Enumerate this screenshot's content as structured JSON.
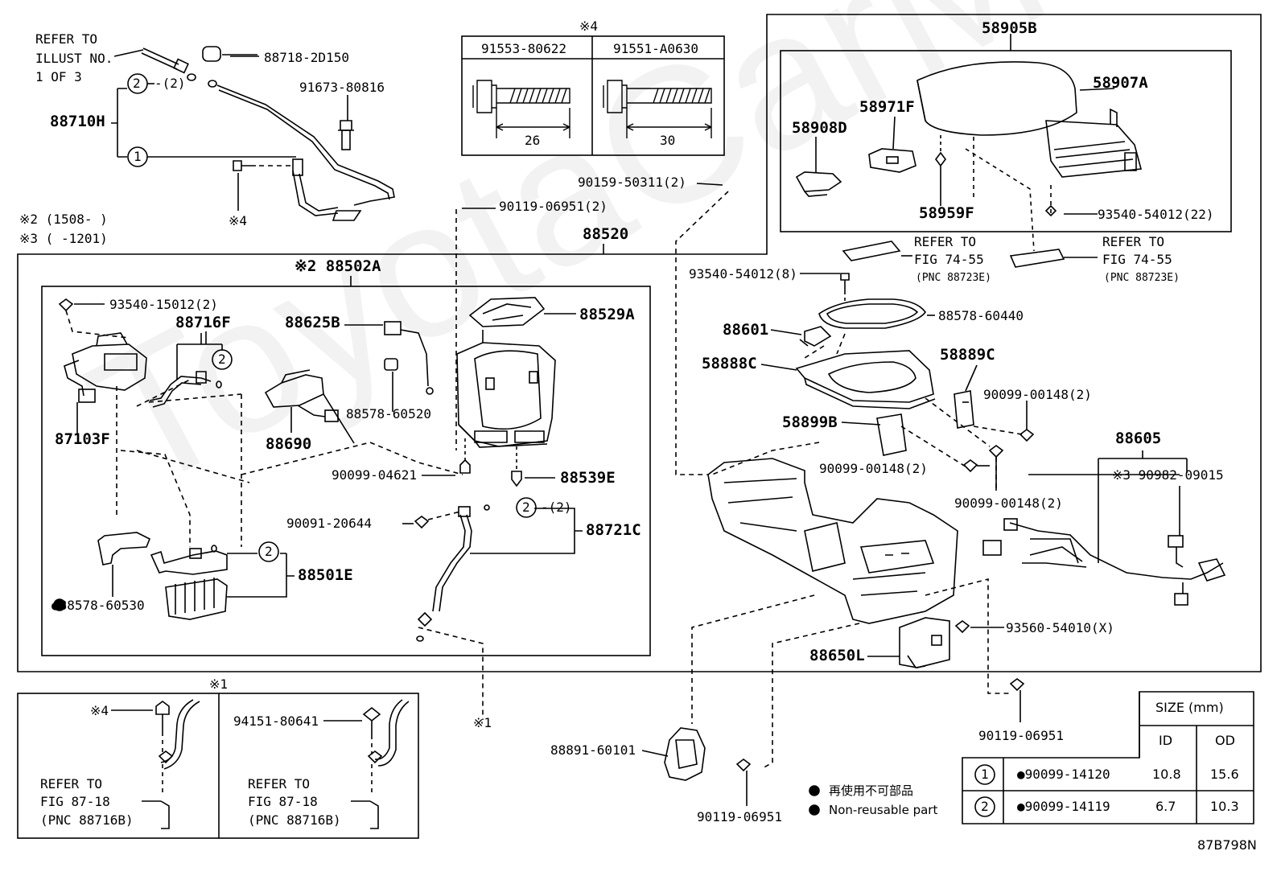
{
  "watermark": "ToyotaCarMl.ru",
  "header_notes": {
    "refer_illust": [
      "REFER TO",
      "ILLUST NO.",
      "1 OF 3"
    ],
    "note2": "※2 (1508-     )",
    "note3": "※3 (     -1201)"
  },
  "bolts_table": {
    "mark": "※4",
    "col1": {
      "part": "91553-80622",
      "dim": "26"
    },
    "col2": {
      "part": "91551-A0630",
      "dim": "30"
    }
  },
  "part_labels": {
    "p88718_2D150": "88718-2D150",
    "p91673_80816": "91673-80816",
    "p88710H": "88710H",
    "c2_qty_top": "-(2)",
    "mark4_left": "※4",
    "p90159_50311": "90159-50311(2)",
    "p90119_06951_2": "90119-06951(2)",
    "p88520": "88520",
    "p88502A": "※2 88502A",
    "p93540_15012": "93540-15012(2)",
    "p88716F": "88716F",
    "p88625B": "88625B",
    "p88529A": "88529A",
    "p88578_60520": "88578-60520",
    "p87103F": "87103F",
    "p88690": "88690",
    "p90099_04621": "90099-04621",
    "p88539E": "88539E",
    "p90091_20644": "90091-20644",
    "c2_qty_mid": "-(2)",
    "p88721C": "88721C",
    "p88501E": "88501E",
    "p88578_60530": "●88578-60530",
    "mark1_center": "※1",
    "p58905B": "58905B",
    "p58908D": "58908D",
    "p58971F": "58971F",
    "p58907A": "58907A",
    "p58959F": "58959F",
    "p93540_54012_22": "93540-54012(22)",
    "refer_fig_a": [
      "REFER TO",
      "FIG 74-55",
      "(PNC 88723E)"
    ],
    "refer_fig_b": [
      "REFER TO",
      "FIG 74-55",
      "(PNC 88723E)"
    ],
    "p93540_54012_8": "93540-54012(8)",
    "p88578_60440": "88578-60440",
    "p88601": "88601",
    "p58888C": "58888C",
    "p58889C": "58889C",
    "p90099_00148_a": "90099-00148(2)",
    "p58899B": "58899B",
    "p90099_00148_b": "90099-00148(2)",
    "p90099_00148_c": "90099-00148(2)",
    "p88605": "88605",
    "p90982_09015": "※3 90982-09015",
    "p93560_54010": "93560-54010(X)",
    "p88650L": "88650L",
    "p90119_06951_r": "90119-06951",
    "p88891_60101": "88891-60101",
    "p90119_06951_b": "90119-06951",
    "mark1_box": "※1",
    "mark4_box": "※4",
    "p94151_80641": "94151-80641",
    "refer_87_a": [
      "REFER TO",
      "FIG 87-18",
      "(PNC 88716B)"
    ],
    "refer_87_b": [
      "REFER TO",
      "FIG 87-18",
      "(PNC 88716B)"
    ],
    "code": "87B798N"
  },
  "legend": {
    "jp": "再使用不可部品",
    "en": "Non-reusable part"
  },
  "size_table": {
    "header": "SIZE (mm)",
    "col_id": "ID",
    "col_od": "OD",
    "rows": [
      {
        "num": "1",
        "part": "●90099-14120",
        "id": "10.8",
        "od": "15.6"
      },
      {
        "num": "2",
        "part": "●90099-14119",
        "id": "6.7",
        "od": "10.3"
      }
    ]
  }
}
